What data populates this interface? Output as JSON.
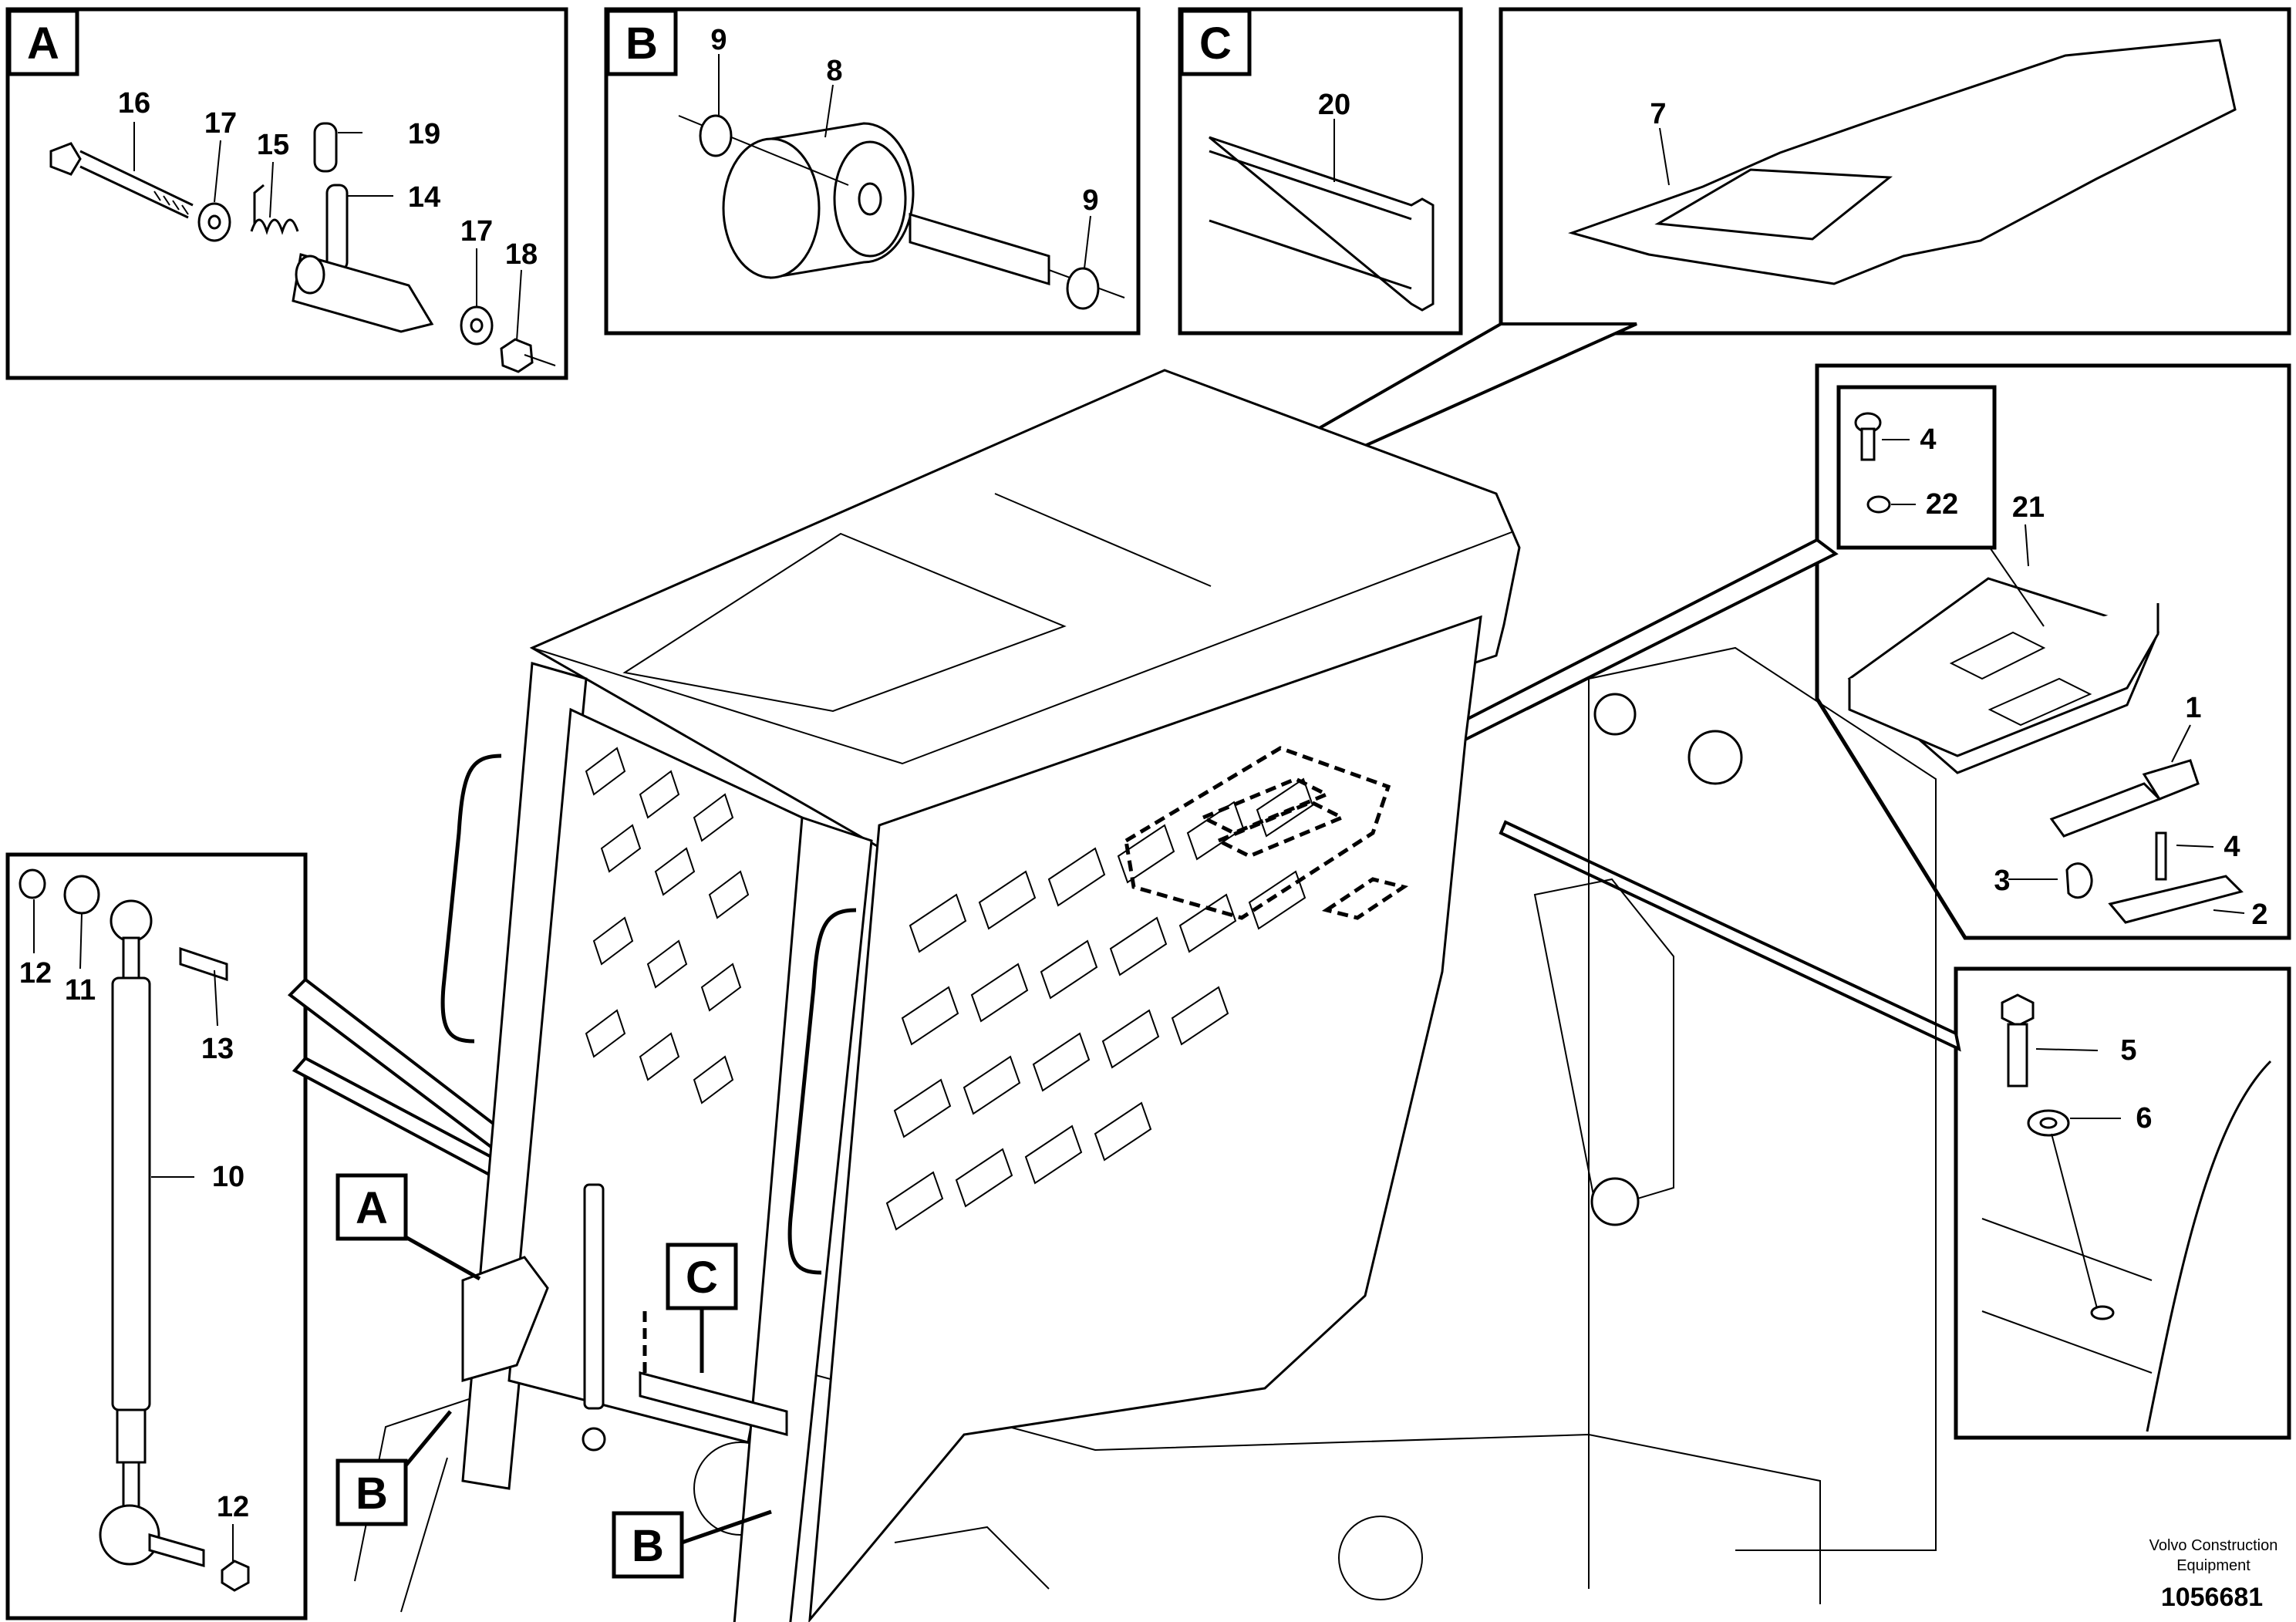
{
  "detail_labels": {
    "A": "A",
    "B": "B",
    "C": "C"
  },
  "callouts": {
    "p1": "1",
    "p2": "2",
    "p3": "3",
    "p4a": "4",
    "p4b": "4",
    "p5": "5",
    "p6": "6",
    "p7": "7",
    "p8": "8",
    "p9a": "9",
    "p9b": "9",
    "p10": "10",
    "p11": "11",
    "p12a": "12",
    "p12b": "12",
    "p13": "13",
    "p14": "14",
    "p15": "15",
    "p16": "16",
    "p17a": "17",
    "p17b": "17",
    "p18": "18",
    "p19": "19",
    "p20": "20",
    "p21": "21",
    "p22": "22"
  },
  "footer": {
    "brand_line1": "Volvo Construction",
    "brand_line2": "Equipment",
    "document_number": "1056681"
  }
}
